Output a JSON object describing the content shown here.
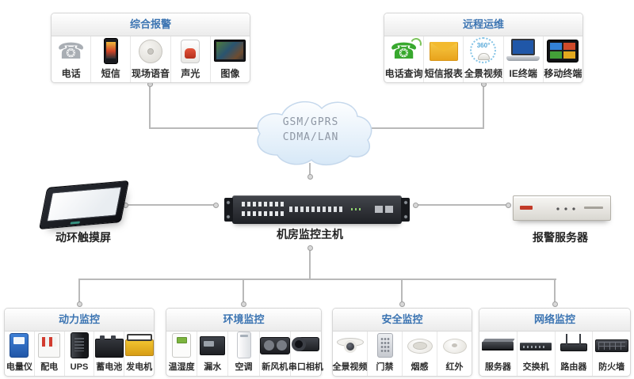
{
  "colors": {
    "panel_title_blue": "#3b74b2",
    "connector_gray": "#b9b9b9",
    "item_label_dark": "#2d2d2d",
    "panel_border": "#d6d6d6",
    "cloud_border": "#c5d8ec",
    "cloud_fill_bottom": "#d7e8f7",
    "cloud_text_gray": "#8e97a4"
  },
  "cloud": {
    "line1": "GSM/GPRS",
    "line2": "CDMA/LAN"
  },
  "devices": {
    "touchscreen": {
      "label": "动环触摸屏",
      "icon": "touchscreen"
    },
    "host": {
      "label": "机房监控主机",
      "icon": "rack-host"
    },
    "alarm_server": {
      "label": "报警服务器",
      "icon": "alarm-server"
    }
  },
  "panels": {
    "alarm": {
      "title": "综合报警",
      "items": [
        {
          "label": "电话",
          "icon": "desk-phone"
        },
        {
          "label": "短信",
          "icon": "smartphone"
        },
        {
          "label": "现场语音",
          "icon": "speaker"
        },
        {
          "label": "声光",
          "icon": "siren"
        },
        {
          "label": "图像",
          "icon": "display"
        }
      ]
    },
    "remote": {
      "title": "远程运维",
      "items": [
        {
          "label": "电话查询",
          "icon": "green-phone"
        },
        {
          "label": "短信报表",
          "icon": "envelope"
        },
        {
          "label": "全景视频",
          "icon": "panorama-camera",
          "badge": "360°"
        },
        {
          "label": "IE终端",
          "icon": "laptop"
        },
        {
          "label": "移动终端",
          "icon": "tablet"
        }
      ]
    },
    "power": {
      "title": "动力监控",
      "items": [
        {
          "label": "电量仪",
          "icon": "power-meter"
        },
        {
          "label": "配电",
          "icon": "breaker"
        },
        {
          "label": "UPS",
          "icon": "ups"
        },
        {
          "label": "蓄电池",
          "icon": "battery"
        },
        {
          "label": "发电机",
          "icon": "generator"
        }
      ]
    },
    "environment": {
      "title": "环境监控",
      "items": [
        {
          "label": "温湿度",
          "icon": "temp-humidity"
        },
        {
          "label": "漏水",
          "icon": "water-leak"
        },
        {
          "label": "空调",
          "icon": "aircon"
        },
        {
          "label": "新风机",
          "icon": "fresh-air"
        },
        {
          "label": "串口相机",
          "icon": "serial-camera"
        }
      ]
    },
    "security": {
      "title": "安全监控",
      "items": [
        {
          "label": "全景视频",
          "icon": "dome-camera"
        },
        {
          "label": "门禁",
          "icon": "keypad"
        },
        {
          "label": "烟感",
          "icon": "smoke-detector"
        },
        {
          "label": "红外",
          "icon": "infrared"
        }
      ]
    },
    "network": {
      "title": "网络监控",
      "items": [
        {
          "label": "服务器",
          "icon": "server"
        },
        {
          "label": "交换机",
          "icon": "switch"
        },
        {
          "label": "路由器",
          "icon": "router"
        },
        {
          "label": "防火墙",
          "icon": "firewall"
        }
      ]
    }
  }
}
